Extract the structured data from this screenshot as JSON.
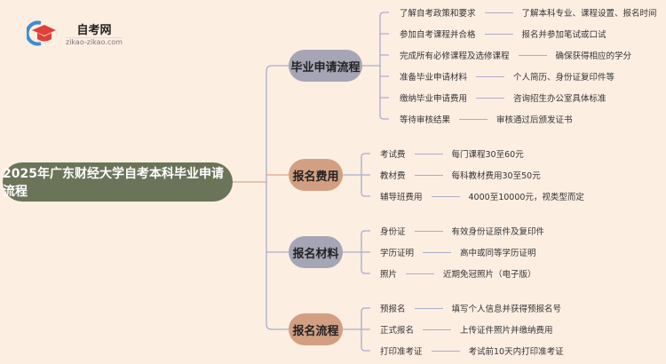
{
  "logo": {
    "title": "自考网",
    "url": "zikao-zikao.com"
  },
  "root": "2025年广东财经大学自考本科毕业申请流程",
  "branches": [
    {
      "label": "毕业申请流程",
      "items": [
        {
          "k": "了解自考政策和要求",
          "v": "了解本科专业、课程设置、报名时间"
        },
        {
          "k": "参加自考课程并合格",
          "v": "报名并参加笔试或口试"
        },
        {
          "k": "完成所有必修课程及选修课程",
          "v": "确保获得相应的学分"
        },
        {
          "k": "准备毕业申请材料",
          "v": "个人简历、身份证复印件等"
        },
        {
          "k": "缴纳毕业申请费用",
          "v": "咨询招生办公室具体标准"
        },
        {
          "k": "等待审核结果",
          "v": "审核通过后颁发证书"
        }
      ]
    },
    {
      "label": "报名费用",
      "items": [
        {
          "k": "考试费",
          "v": "每门课程30至60元"
        },
        {
          "k": "教材费",
          "v": "每科教材费用30至50元"
        },
        {
          "k": "辅导班费用",
          "v": "4000至10000元，视类型而定"
        }
      ]
    },
    {
      "label": "报名材料",
      "items": [
        {
          "k": "身份证",
          "v": "有效身份证原件及复印件"
        },
        {
          "k": "学历证明",
          "v": "高中或同等学历证明"
        },
        {
          "k": "照片",
          "v": "近期免冠照片（电子版）"
        }
      ]
    },
    {
      "label": "报名流程",
      "items": [
        {
          "k": "预报名",
          "v": "填写个人信息并获得预报名号"
        },
        {
          "k": "正式报名",
          "v": "上传证件照片并缴纳费用"
        },
        {
          "k": "打印准考证",
          "v": "考试前10天内打印准考证"
        }
      ]
    }
  ]
}
